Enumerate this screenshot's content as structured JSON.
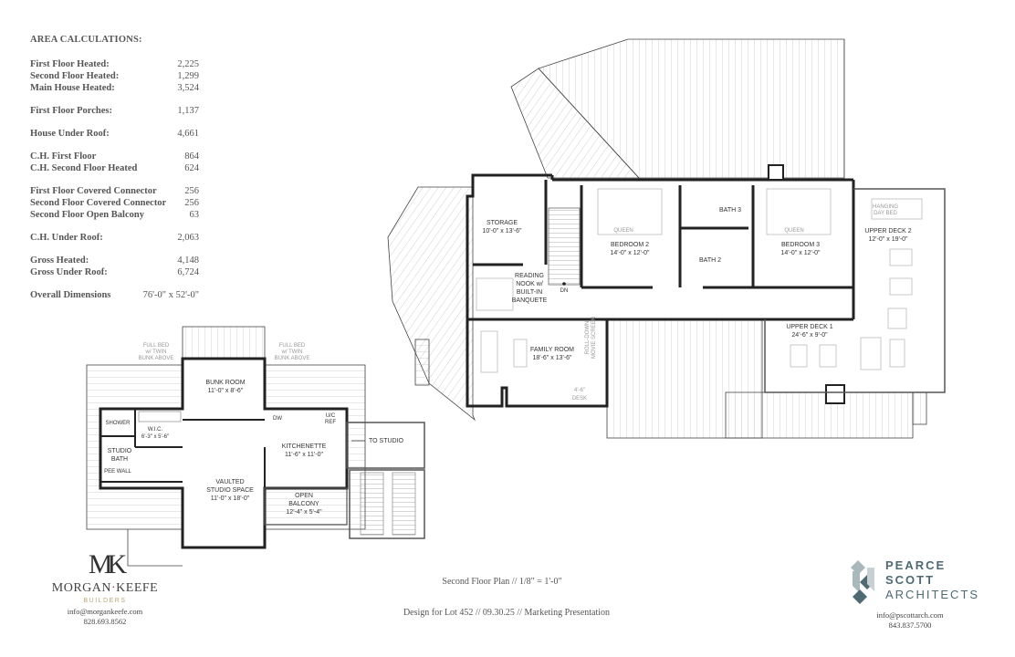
{
  "area_calculations": {
    "title": "AREA CALCULATIONS:",
    "groups": [
      [
        {
          "label": "First Floor Heated:",
          "value": "2,225"
        },
        {
          "label": "Second Floor Heated:",
          "value": "1,299"
        },
        {
          "label": "Main House Heated:",
          "value": "3,524"
        }
      ],
      [
        {
          "label": "First Floor Porches:",
          "value": "1,137"
        }
      ],
      [
        {
          "label": "House Under Roof:",
          "value": "4,661"
        }
      ],
      [
        {
          "label": "C.H. First Floor",
          "value": "864"
        },
        {
          "label": "C.H. Second Floor Heated",
          "value": "624"
        }
      ],
      [
        {
          "label": "First Floor Covered Connector",
          "value": "256"
        },
        {
          "label": "Second Floor Covered Connector",
          "value": "256"
        },
        {
          "label": "Second Floor Open Balcony",
          "value": "63"
        }
      ],
      [
        {
          "label": "C.H. Under Roof:",
          "value": "2,063"
        }
      ],
      [
        {
          "label": "Gross Heated:",
          "value": "4,148"
        },
        {
          "label": "Gross Under Roof:",
          "value": "6,724"
        }
      ],
      [
        {
          "label": "Overall Dimensions",
          "value": "76'-0\" x 52'-0\""
        }
      ]
    ]
  },
  "main_house": {
    "storage": {
      "name": "STORAGE",
      "dims": "10'-0\" x 13'-6\""
    },
    "reading_nook": [
      "READING",
      "NOOK w/",
      "BUILT-IN",
      "BANQUETE"
    ],
    "stair_label": "DN",
    "bedroom2": {
      "name": "BEDROOM 2",
      "dims": "14'-0\" x 12'-0\"",
      "bed": "QUEEN"
    },
    "bath3": "BATH 3",
    "bath2": "BATH 2",
    "bedroom3": {
      "name": "BEDROOM 3",
      "dims": "14'-0\" x 12'-0\"",
      "bed": "QUEEN"
    },
    "family_room": {
      "name": "FAMILY ROOM",
      "dims": "18'-6\" x 13'-6\""
    },
    "movie_screen": [
      "ROLL-DOWN",
      "MOVIE SCREEN"
    ],
    "desk": [
      "4'-6\"",
      "DESK"
    ],
    "upper_deck1": {
      "name": "UPPER DECK 1",
      "dims": "24'-6\" x 9'-0\""
    },
    "upper_deck2": {
      "name": "UPPER DECK 2",
      "dims": "12'-0\" x 19'-0\""
    },
    "day_bed": [
      "HANGING",
      "DAY BED"
    ]
  },
  "carriage_house": {
    "bunk_note_left": [
      "FULL BED",
      "w/ TWIN",
      "BUNK ABOVE"
    ],
    "bunk_note_right": [
      "FULL BED",
      "w/ TWIN",
      "BUNK ABOVE"
    ],
    "bunk_room": {
      "name": "BUNK ROOM",
      "dims": "11'-0\" x 8'-6\""
    },
    "shower": "SHOWER",
    "wic": {
      "name": "W.I.C.",
      "dims": "6'-3\" x 5'-6\""
    },
    "studio_bath": [
      "STUDIO",
      "BATH"
    ],
    "pee_wall": "PEE WALL",
    "dw": "DW",
    "ref": [
      "U/C",
      "REF"
    ],
    "kitchenette": {
      "name": "KITCHENETTE",
      "dims": "11'-6\" x 11'-0\""
    },
    "to_studio": "TO STUDIO",
    "vaulted": {
      "name": [
        "VAULTED",
        "STUDIO SPACE"
      ],
      "dims": "11'-0\" x 18'-0\""
    },
    "balcony": {
      "name": [
        "OPEN",
        "BALCONY"
      ],
      "dims": "12'-4\" x 5'-4\""
    }
  },
  "footer": {
    "plan_title": "Second Floor Plan  //  1/8\" = 1'-0\"",
    "design_line": "Design for Lot 452  //  09.30.25  //  Marketing Presentation"
  },
  "builder": {
    "monogram": "MK",
    "name_a": "MORGAN",
    "name_b": "KEEFE",
    "sub": "BUILDERS",
    "email": "info@morgankeefe.com",
    "phone": "828.693.8562"
  },
  "architect": {
    "line1": "PEARCE",
    "line2": "SCOTT",
    "line3": "ARCHITECTS",
    "email": "info@pscottarch.com",
    "phone": "843.837.5700"
  },
  "colors": {
    "wall": "#222222",
    "roof_hatch": "#bbbbbb",
    "architect_brand": "#4e6a73",
    "builder_accent": "#b9a77a"
  }
}
